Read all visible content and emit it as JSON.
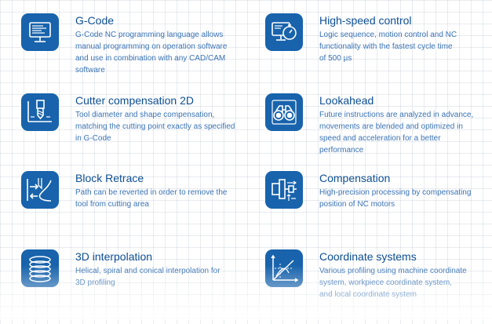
{
  "features": [
    {
      "title": "G-Code",
      "icon": "monitor-code-icon",
      "lines": [
        "G-Code NC programming language allows",
        "manual programming on operation software",
        "and use in combination with any CAD/CAM",
        "software"
      ]
    },
    {
      "title": "High-speed control",
      "icon": "stopwatch-monitor-icon",
      "lines": [
        "Logic sequence, motion control and NC",
        "functionality with the fastest cycle time",
        "of 500 µs"
      ]
    },
    {
      "title": "Cutter compensation 2D",
      "icon": "cutter-tool-icon",
      "lines": [
        "Tool diameter and shape compensation,",
        "matching the cutting point exactly as specified",
        "in G-Code"
      ]
    },
    {
      "title": "Lookahead",
      "icon": "binoculars-icon",
      "lines": [
        "Future instructions are analyzed in advance,",
        "movements are blended and optimized in",
        "speed and acceleration for a better",
        "performance"
      ]
    },
    {
      "title": "Block Retrace",
      "icon": "retrace-arrows-icon",
      "lines": [
        "Path can be reverted in order to remove the",
        "tool from cutting area"
      ]
    },
    {
      "title": "Compensation",
      "icon": "motor-compensation-icon",
      "lines": [
        "High-precision processing by compensating",
        "position of NC motors"
      ]
    },
    {
      "title": "3D interpolation",
      "icon": "helix-spiral-icon",
      "lines": [
        "Helical, spiral and conical interpolation for",
        "3D profiling"
      ]
    },
    {
      "title": "Coordinate systems",
      "icon": "coordinate-axes-icon",
      "lines": [
        "Various profiling using machine coordinate",
        "system, workpiece coordinate system,",
        "and local coordinate system"
      ]
    }
  ],
  "colors": {
    "icon_background": "#1863ac",
    "title": "#0e4f92",
    "text": "#3a73b5"
  }
}
